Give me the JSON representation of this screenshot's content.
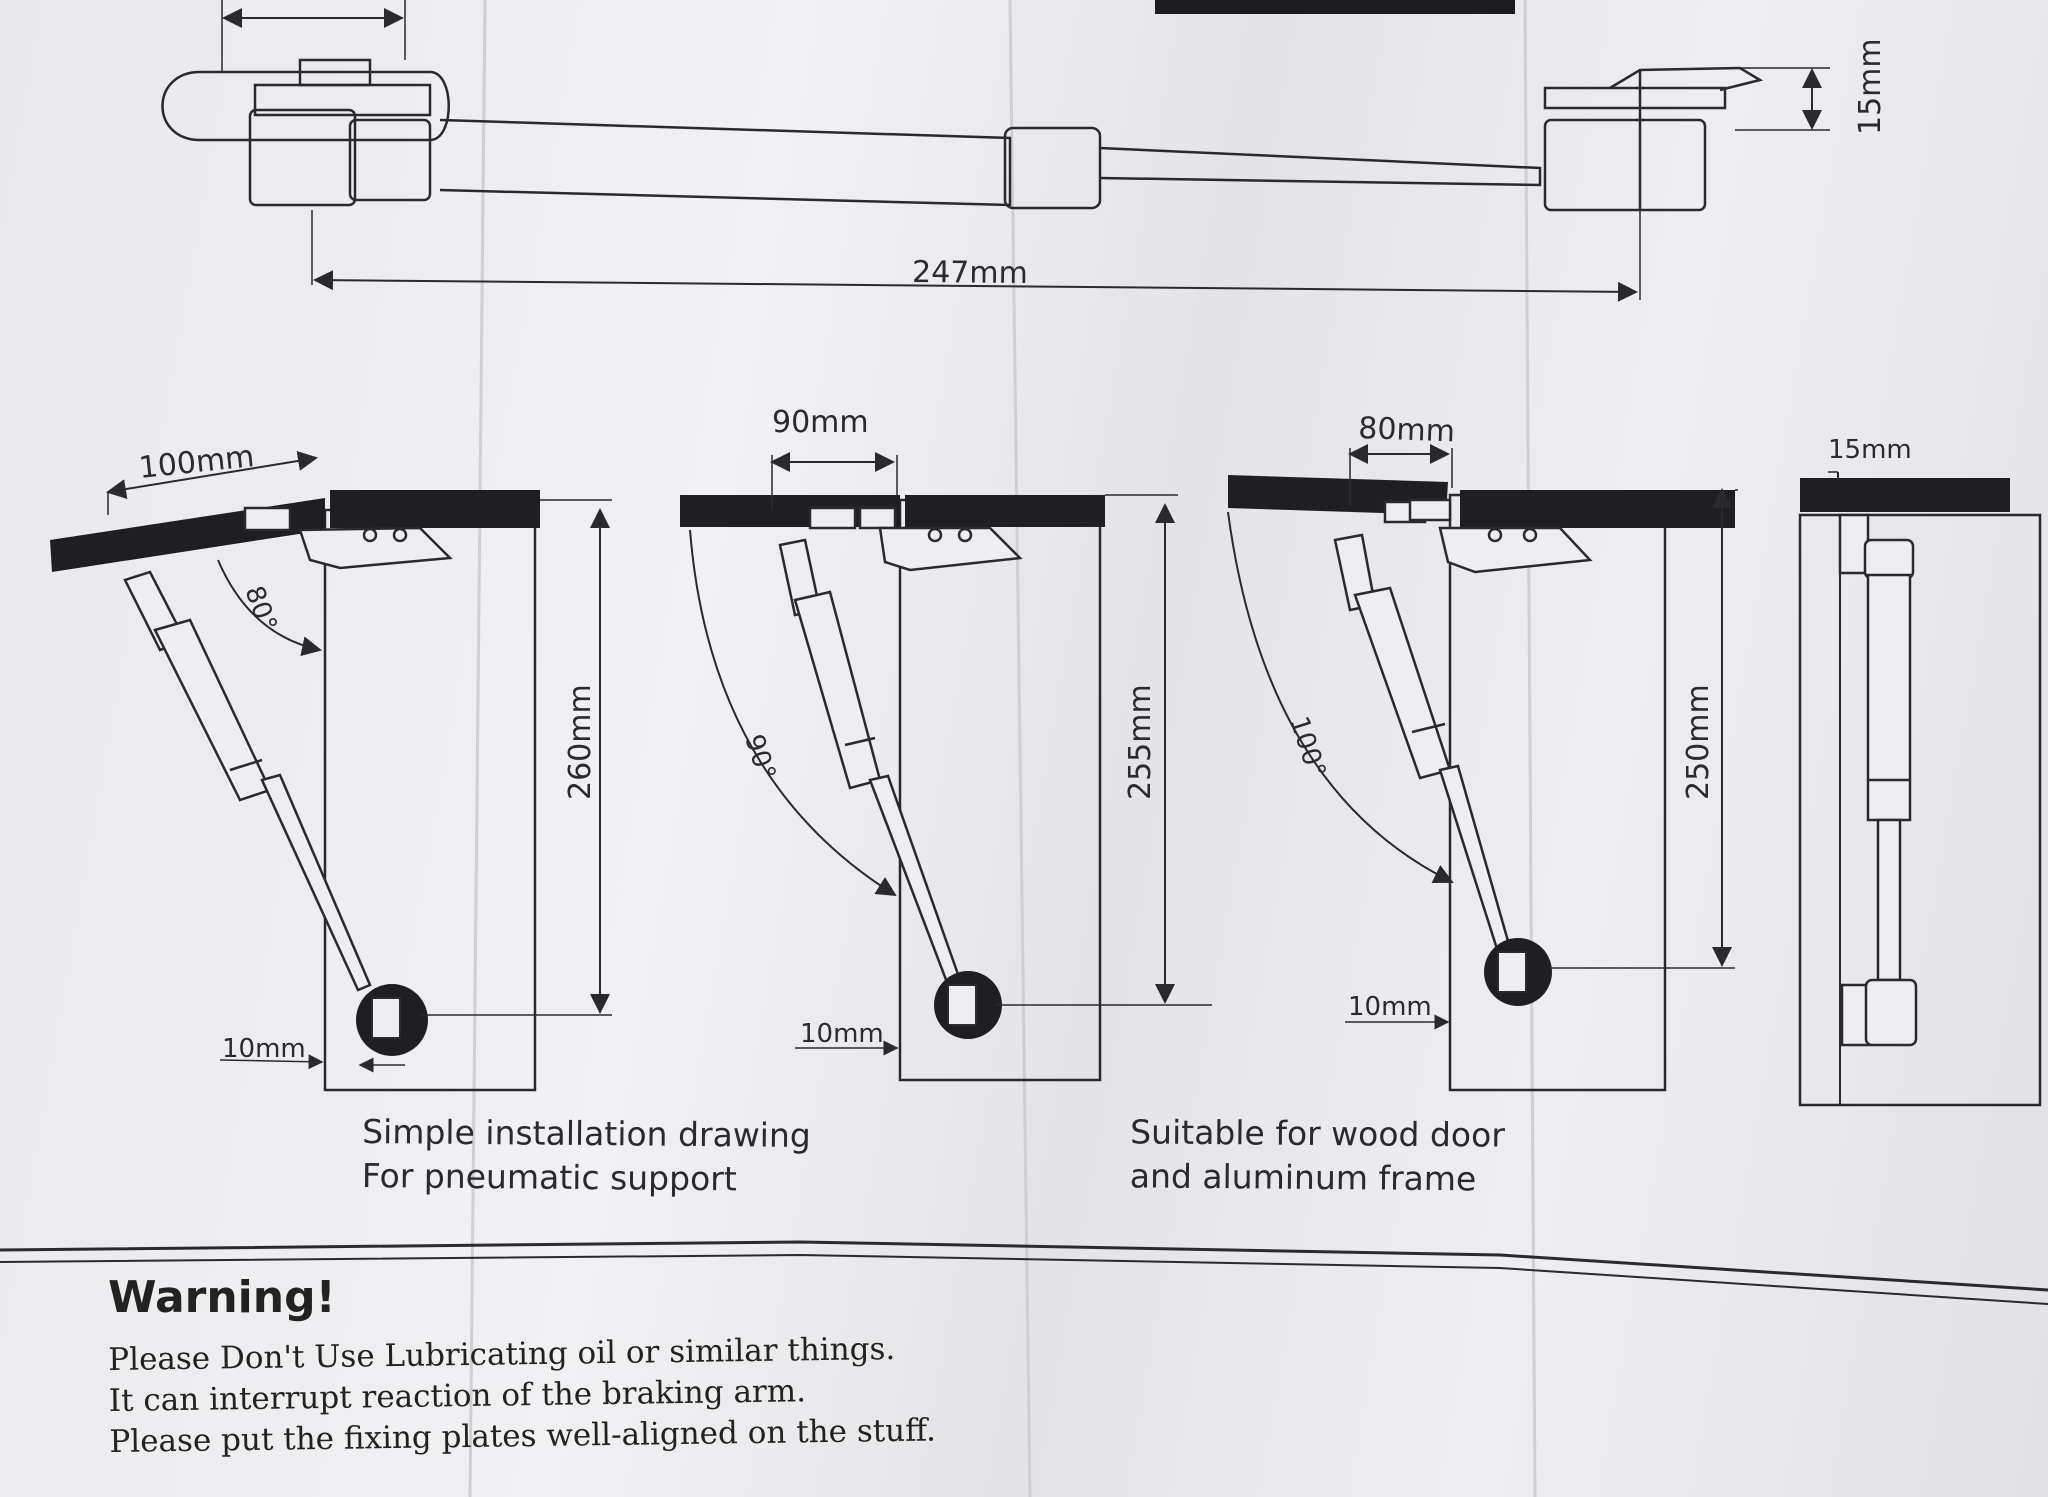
{
  "top_drawing": {
    "length_label": "247mm",
    "height_label": "15mm"
  },
  "drawings": [
    {
      "width_label": "100mm",
      "angle_label": "80°",
      "height_label": "260mm",
      "offset_label": "10mm"
    },
    {
      "width_label": "90mm",
      "angle_label": "90°",
      "height_label": "255mm",
      "offset_label": "10mm"
    },
    {
      "width_label": "80mm",
      "angle_label": "100°",
      "height_label": "250mm",
      "offset_label": "10mm"
    },
    {
      "thickness_label": "15mm"
    }
  ],
  "captions": {
    "left": [
      "Simple installation drawing",
      "For pneumatic support"
    ],
    "right": [
      "Suitable for wood door",
      "and aluminum frame"
    ]
  },
  "warning": {
    "title": "Warning!",
    "lines": [
      "Please Don't Use Lubricating oil or similar things.",
      "It can interrupt reaction of the braking arm.",
      "Please put the fixing plates well-aligned on the stuff."
    ]
  },
  "colors": {
    "ink": "#2a2a2e",
    "panel": "#1f1f22",
    "paper": "#eeeef0"
  }
}
